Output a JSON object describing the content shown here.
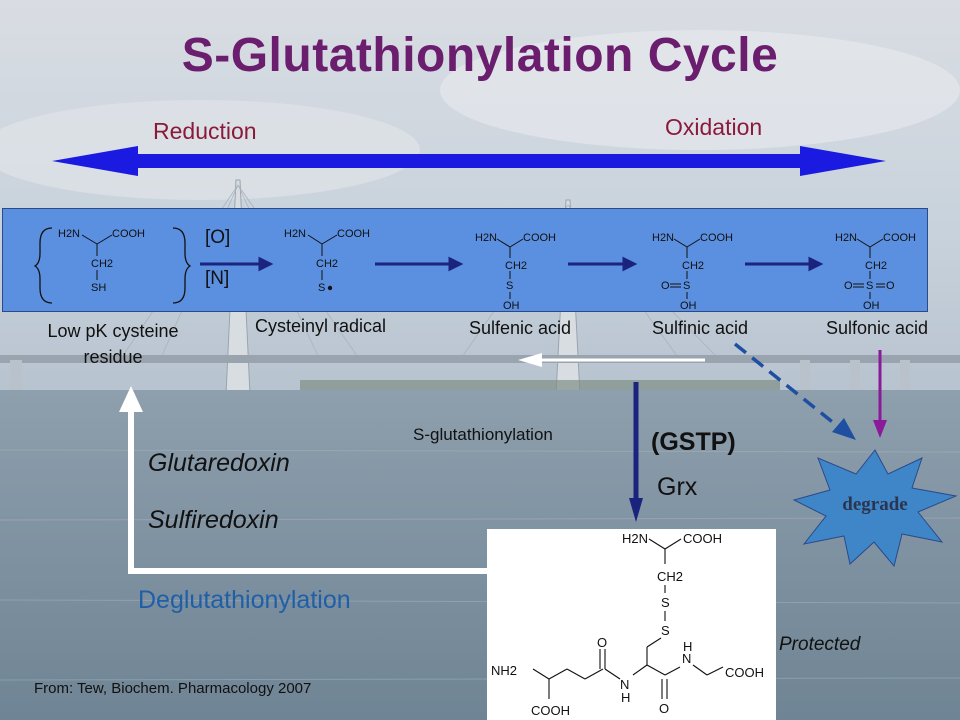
{
  "title": "S-Glutathionylation Cycle",
  "reduction_label": "Reduction",
  "oxidation_label": "Oxidation",
  "oxidant_label": "[O]",
  "reductant_label": "[N]",
  "species": [
    {
      "name": "Low pK cysteine\nresidue"
    },
    {
      "name": "Cysteinyl radical"
    },
    {
      "name": "Sulfenic acid"
    },
    {
      "name": "Sulfinic acid"
    },
    {
      "name": "Sulfonic acid"
    }
  ],
  "chem": {
    "amine": "H2N",
    "acid": "COOH",
    "ch2": "CH2",
    "sh": "SH",
    "s": "S",
    "oh": "OH",
    "o": "O",
    "nh2": "NH2",
    "n": "N",
    "h": "H"
  },
  "process_label": "S-glutathionylation",
  "enzyme_1": "(GSTP)",
  "enzyme_2": "Grx",
  "reductases": [
    "Glutaredoxin",
    "Sulfiredoxin"
  ],
  "reverse_label": "Deglutathionylation",
  "degrade_label": "degrade",
  "protected_label": "Protected",
  "citation": "From: Tew, Biochem. Pharmacology 2007",
  "colors": {
    "title": "#6b1d6e",
    "redox_labels": "#8b1a3a",
    "double_arrow": "#1a1ae0",
    "species_box": "#5b8fe0",
    "dark_arrows": "#1a237e",
    "degrade_star": "#3f86c9",
    "purple_arrow": "#8a1a9a",
    "deglut_text": "#1f5fa8"
  }
}
